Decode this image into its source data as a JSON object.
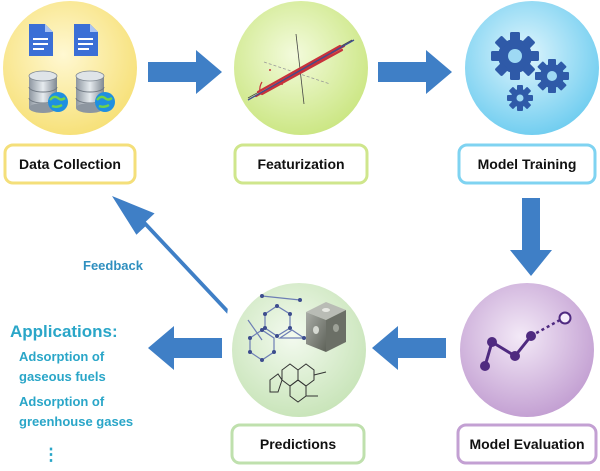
{
  "colors": {
    "arrow": "#3f7fc6",
    "data_collection": "#f7e48a",
    "featurization": "#d6ec9a",
    "model_training": "#7fd3f1",
    "model_evaluation": "#c9a6d6",
    "predictions": "#cfe8c2",
    "applications_text": "#2aa6c8"
  },
  "stages": {
    "data_collection": "Data Collection",
    "featurization": "Featurization",
    "model_training": "Model Training",
    "model_evaluation": "Model Evaluation",
    "predictions": "Predictions"
  },
  "feedback_label": "Feedback",
  "applications": {
    "title": "Applications:",
    "items": [
      "Adsorption of",
      "gaseous fuels",
      "Adsorption of",
      "greenhouse gases"
    ],
    "more": "⋮"
  },
  "icons": {
    "data_collection": [
      "document-icon",
      "database-globe-icon"
    ],
    "featurization": "scatter-regression-icon",
    "model_training": "gears-icon",
    "model_evaluation": "line-chart-icon",
    "predictions": "material-structures-icon"
  }
}
